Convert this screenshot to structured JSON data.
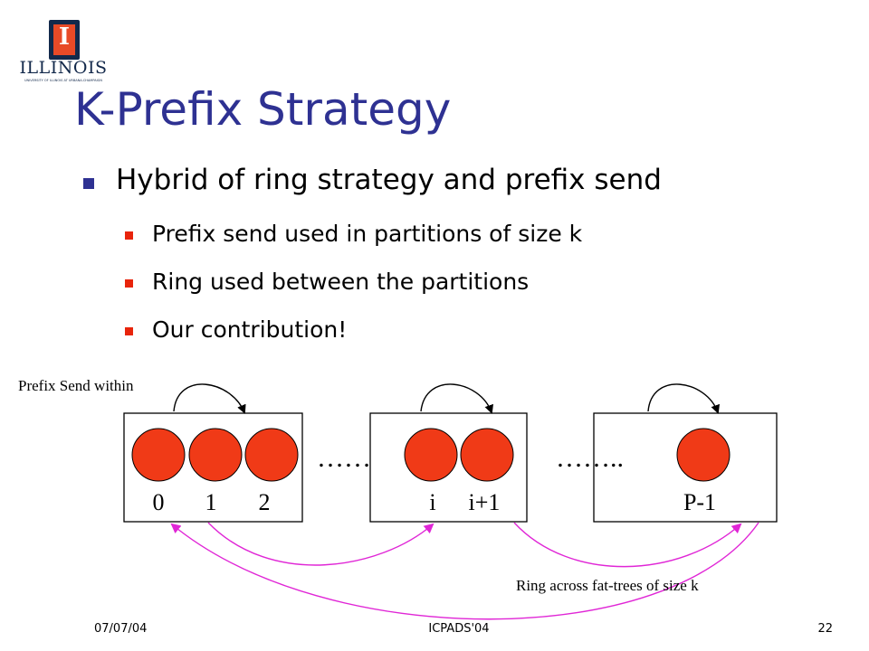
{
  "logo": {
    "letter": "I",
    "word": "ILLINOIS",
    "subtext": "UNIVERSITY OF ILLINOIS AT URBANA-CHAMPAIGN"
  },
  "slide": {
    "title": "K-Prefix Strategy",
    "bullet": "Hybrid of ring strategy and prefix send",
    "subbullets": [
      "Prefix send used in partitions of size k",
      "Ring used between the partitions",
      "Our contribution!"
    ]
  },
  "diagram": {
    "label_prefix": "Prefix Send within",
    "label_ring": "Ring across fat-trees of size k",
    "nodes": [
      "0",
      "1",
      "2",
      "i",
      "i+1",
      "P-1"
    ],
    "ellipsis_1": "……",
    "ellipsis_2": "……..",
    "node_color": "#f03a17",
    "ring_color": "#e026d6"
  },
  "footer": {
    "date": "07/07/04",
    "conference": "ICPADS'04",
    "page": "22"
  }
}
